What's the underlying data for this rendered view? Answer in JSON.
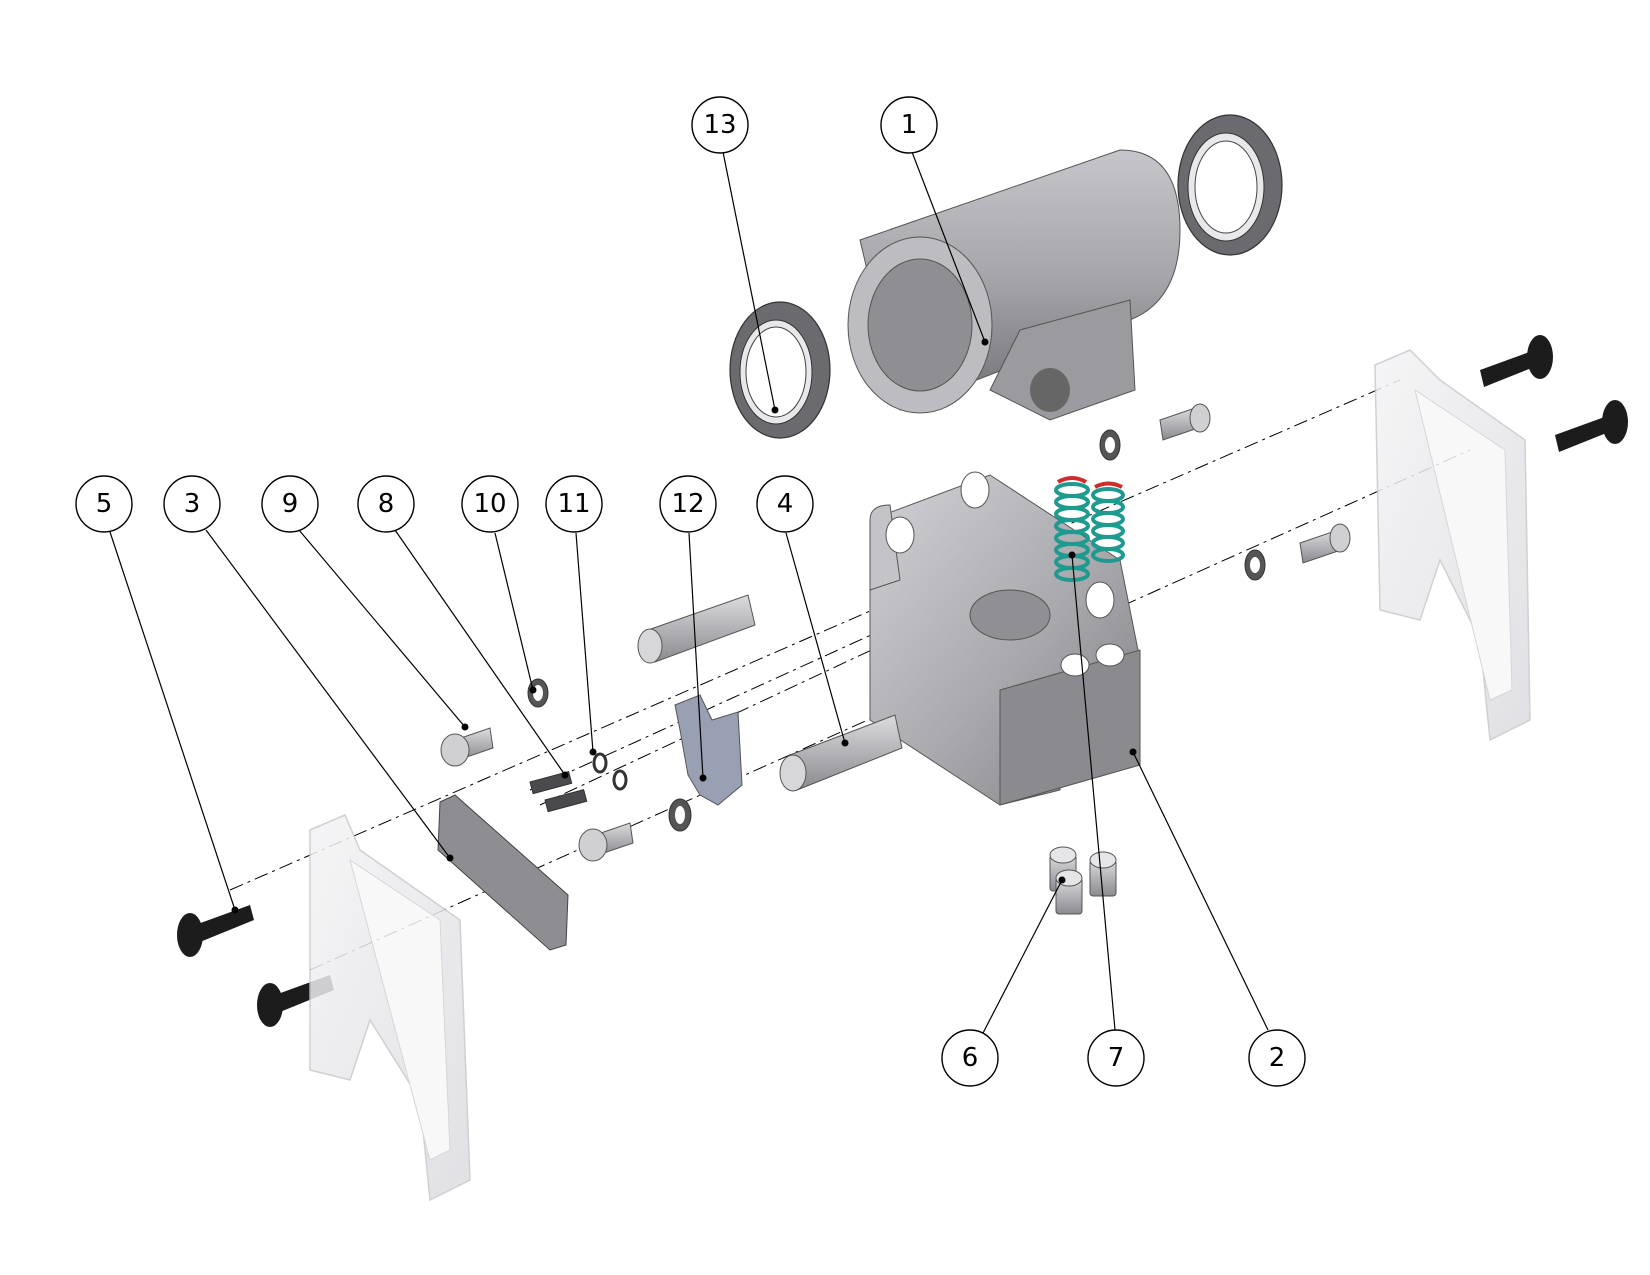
{
  "drawing": {
    "type": "exploded-assembly",
    "colors": {
      "housing": "#a9a9ad",
      "housing_shadow": "#7f7f84",
      "bracket_clear": "#e9e9ec",
      "fastener_black": "#1c1c1c",
      "spring_teal": "#1f9a8f",
      "spring_red_tip": "#d22b2b",
      "plate_gray": "#8d8d92",
      "clip_blue_gray": "#9aa0b4"
    },
    "balloons": [
      {
        "id": "13",
        "label": "13"
      },
      {
        "id": "1",
        "label": "1"
      },
      {
        "id": "5",
        "label": "5"
      },
      {
        "id": "3",
        "label": "3"
      },
      {
        "id": "9",
        "label": "9"
      },
      {
        "id": "8",
        "label": "8"
      },
      {
        "id": "10",
        "label": "10"
      },
      {
        "id": "11",
        "label": "11"
      },
      {
        "id": "12",
        "label": "12"
      },
      {
        "id": "4",
        "label": "4"
      },
      {
        "id": "6",
        "label": "6"
      },
      {
        "id": "7",
        "label": "7"
      },
      {
        "id": "2",
        "label": "2"
      }
    ]
  }
}
